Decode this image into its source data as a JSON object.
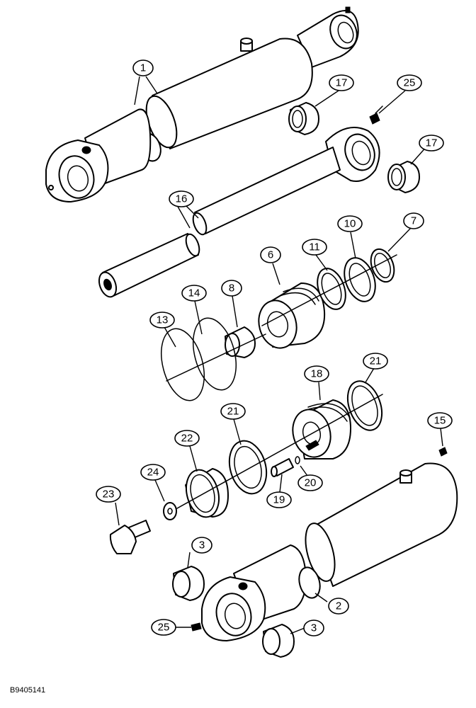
{
  "callouts": {
    "c1": "1",
    "c2": "2",
    "c3a": "3",
    "c3b": "3",
    "c6": "6",
    "c7": "7",
    "c8": "8",
    "c10": "10",
    "c11": "11",
    "c13": "13",
    "c14": "14",
    "c15": "15",
    "c16": "16",
    "c17a": "17",
    "c17b": "17",
    "c18": "18",
    "c19": "19",
    "c20": "20",
    "c21a": "21",
    "c21b": "21",
    "c22": "22",
    "c23": "23",
    "c24": "24",
    "c25a": "25",
    "c25b": "25"
  },
  "caption": "B9405141"
}
